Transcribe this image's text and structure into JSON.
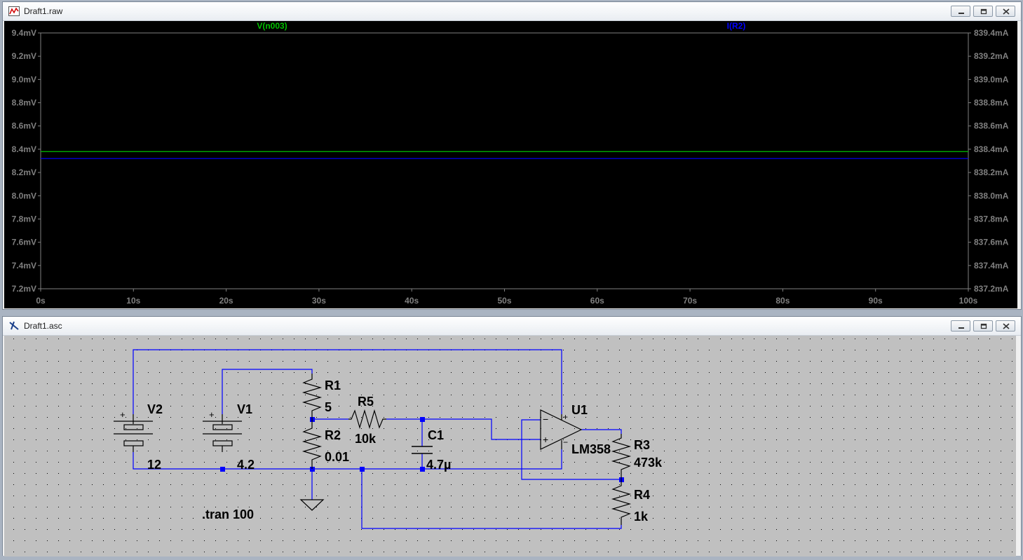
{
  "waveform_window": {
    "title": "Draft1.raw",
    "icon": "waveform-icon",
    "traces": [
      {
        "label": "V(n003)",
        "color": "#00c000"
      },
      {
        "label": "I(R2)",
        "color": "#0000ff"
      }
    ]
  },
  "schematic_window": {
    "title": "Draft1.asc",
    "icon": "schematic-icon",
    "directive": ".tran 100",
    "components": {
      "V2": {
        "name": "V2",
        "value": "12"
      },
      "V1": {
        "name": "V1",
        "value": "4.2"
      },
      "R1": {
        "name": "R1",
        "value": "5"
      },
      "R2": {
        "name": "R2",
        "value": "0.01"
      },
      "R5": {
        "name": "R5",
        "value": "10k"
      },
      "C1": {
        "name": "C1",
        "value": "4.7µ"
      },
      "U1": {
        "name": "U1",
        "value": "LM358"
      },
      "R3": {
        "name": "R3",
        "value": "473k"
      },
      "R4": {
        "name": "R4",
        "value": "1k"
      }
    }
  },
  "chart_data": {
    "type": "line",
    "x": [
      0,
      100
    ],
    "xticks": [
      "0s",
      "10s",
      "20s",
      "30s",
      "40s",
      "50s",
      "60s",
      "70s",
      "80s",
      "90s",
      "100s"
    ],
    "xlim": [
      0,
      100
    ],
    "yticks_left": [
      "9.4mV",
      "9.2mV",
      "9.0mV",
      "8.8mV",
      "8.6mV",
      "8.4mV",
      "8.2mV",
      "8.0mV",
      "7.8mV",
      "7.6mV",
      "7.4mV",
      "7.2mV"
    ],
    "ylim_left": [
      7.2,
      9.4
    ],
    "yticks_right": [
      "839.4mA",
      "839.2mA",
      "839.0mA",
      "838.8mA",
      "838.6mA",
      "838.4mA",
      "838.2mA",
      "838.0mA",
      "837.8mA",
      "837.6mA",
      "837.4mA",
      "837.2mA"
    ],
    "ylim_right": [
      837.2,
      839.4
    ],
    "series": [
      {
        "name": "V(n003)",
        "axis": "left",
        "values": [
          8.38,
          8.38
        ],
        "color": "#00c000"
      },
      {
        "name": "I(R2)",
        "axis": "right",
        "values": [
          838.32,
          838.32
        ],
        "color": "#0000ff"
      }
    ]
  }
}
